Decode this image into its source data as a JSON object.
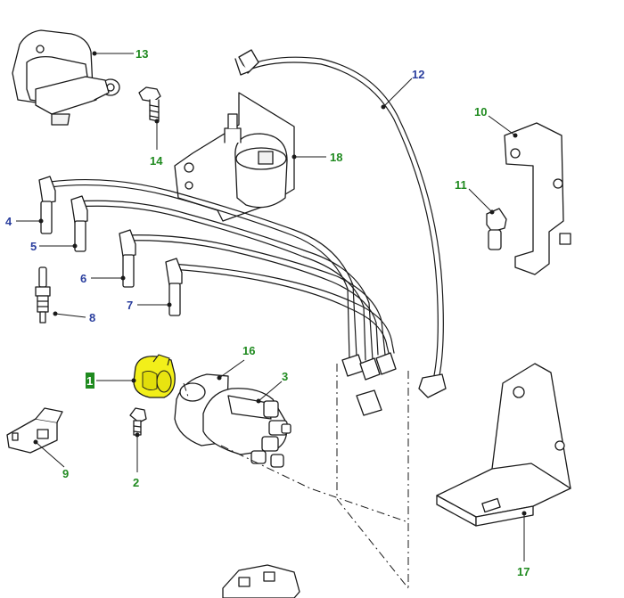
{
  "colors": {
    "line": "#1a1a1a",
    "callout_green": "#1f8a1f",
    "callout_blue": "#2b3f9e",
    "highlight": "#f2ef1a"
  },
  "callouts": {
    "c1": "1",
    "c2": "2",
    "c3": "3",
    "c4": "4",
    "c5": "5",
    "c6": "6",
    "c7": "7",
    "c8": "8",
    "c9": "9",
    "c10": "10",
    "c11": "11",
    "c12": "12",
    "c13": "13",
    "c14": "14",
    "c16": "16",
    "c17": "17",
    "c18": "18"
  }
}
